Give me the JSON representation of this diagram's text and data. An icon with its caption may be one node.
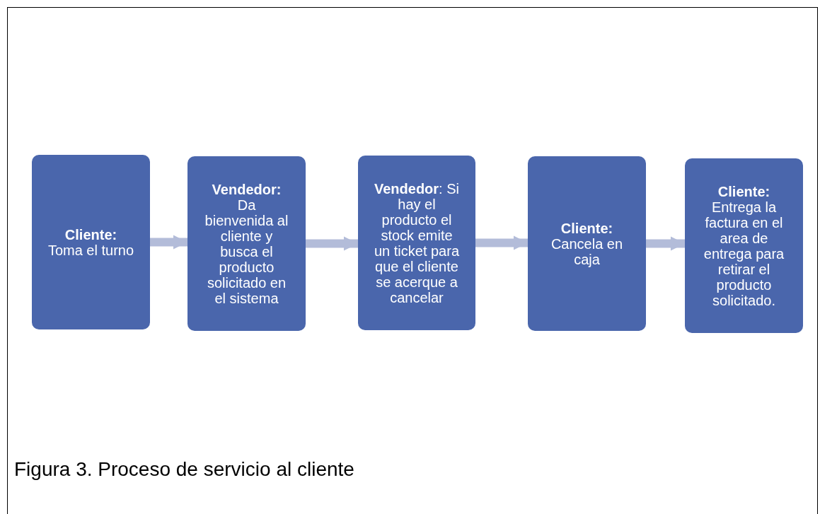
{
  "diagram": {
    "caption": "Figura 3. Proceso de servicio al cliente",
    "nodes": [
      {
        "text": [
          "Cliente:",
          "Toma el turno"
        ]
      },
      {
        "text": [
          "Vendedor:",
          "Da bienvenida al cliente y busca el producto solicitado en el sistema"
        ]
      },
      {
        "text": [
          "**Vendedor**: Si hay el producto el stock emite un ticket para que el cliente se acerque a cancelar"
        ]
      },
      {
        "text": [
          "Cliente:",
          "Cancela en caja"
        ]
      },
      {
        "text": [
          "Cliente:",
          "Entrega la factura en el area de entrega para retirar el producto solicitado."
        ]
      }
    ],
    "edges": [
      {
        "from": 0,
        "to": 1,
        "arrow": "to"
      },
      {
        "from": 1,
        "to": 2,
        "arrow": "to"
      },
      {
        "from": 2,
        "to": 3,
        "arrow": "to"
      },
      {
        "from": 3,
        "to": 4,
        "arrow": "to"
      }
    ]
  }
}
